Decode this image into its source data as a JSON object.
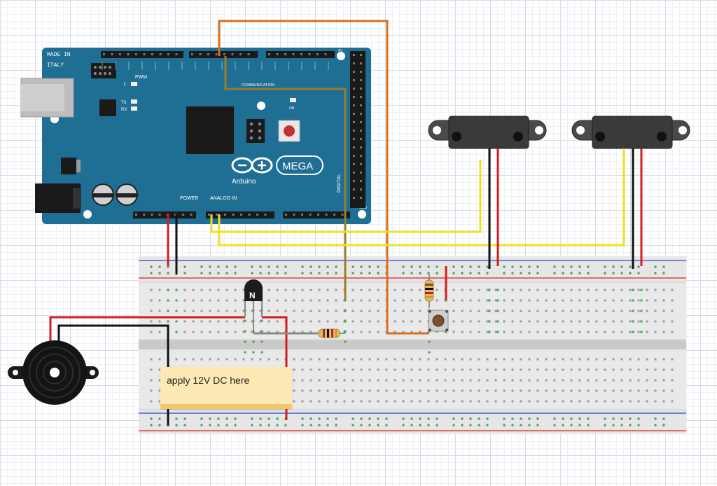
{
  "board": {
    "made_in_line1": "MADE IN",
    "made_in_line2": "ITALY",
    "logo_word": "Arduino",
    "model": "MEGA",
    "pwm_label": "PWM",
    "communication_label": "COMMUNICATION",
    "power_label": "POWER",
    "analog_label": "ANALOG IN",
    "digital_label": "DIGITAL",
    "tx_label": "TX",
    "rx_label": "RX",
    "l_label": "L",
    "on_label": "ON",
    "gnd_label": "GND",
    "fiveV_label": "5V"
  },
  "transistor": {
    "marking": "N"
  },
  "note": {
    "text": "apply 12V DC here"
  },
  "colors": {
    "board": "#1f6f94",
    "board_dark": "#14506e",
    "wire_red": "#d21e1e",
    "wire_black": "#111111",
    "wire_yellow": "#f0e020",
    "wire_orange": "#d7701f",
    "wire_olive": "#9a7d2b",
    "breadboard": "#dcdcdc",
    "rail_red": "#e04040",
    "rail_blue": "#4a62c9",
    "note_bg": "#fde9b3"
  }
}
